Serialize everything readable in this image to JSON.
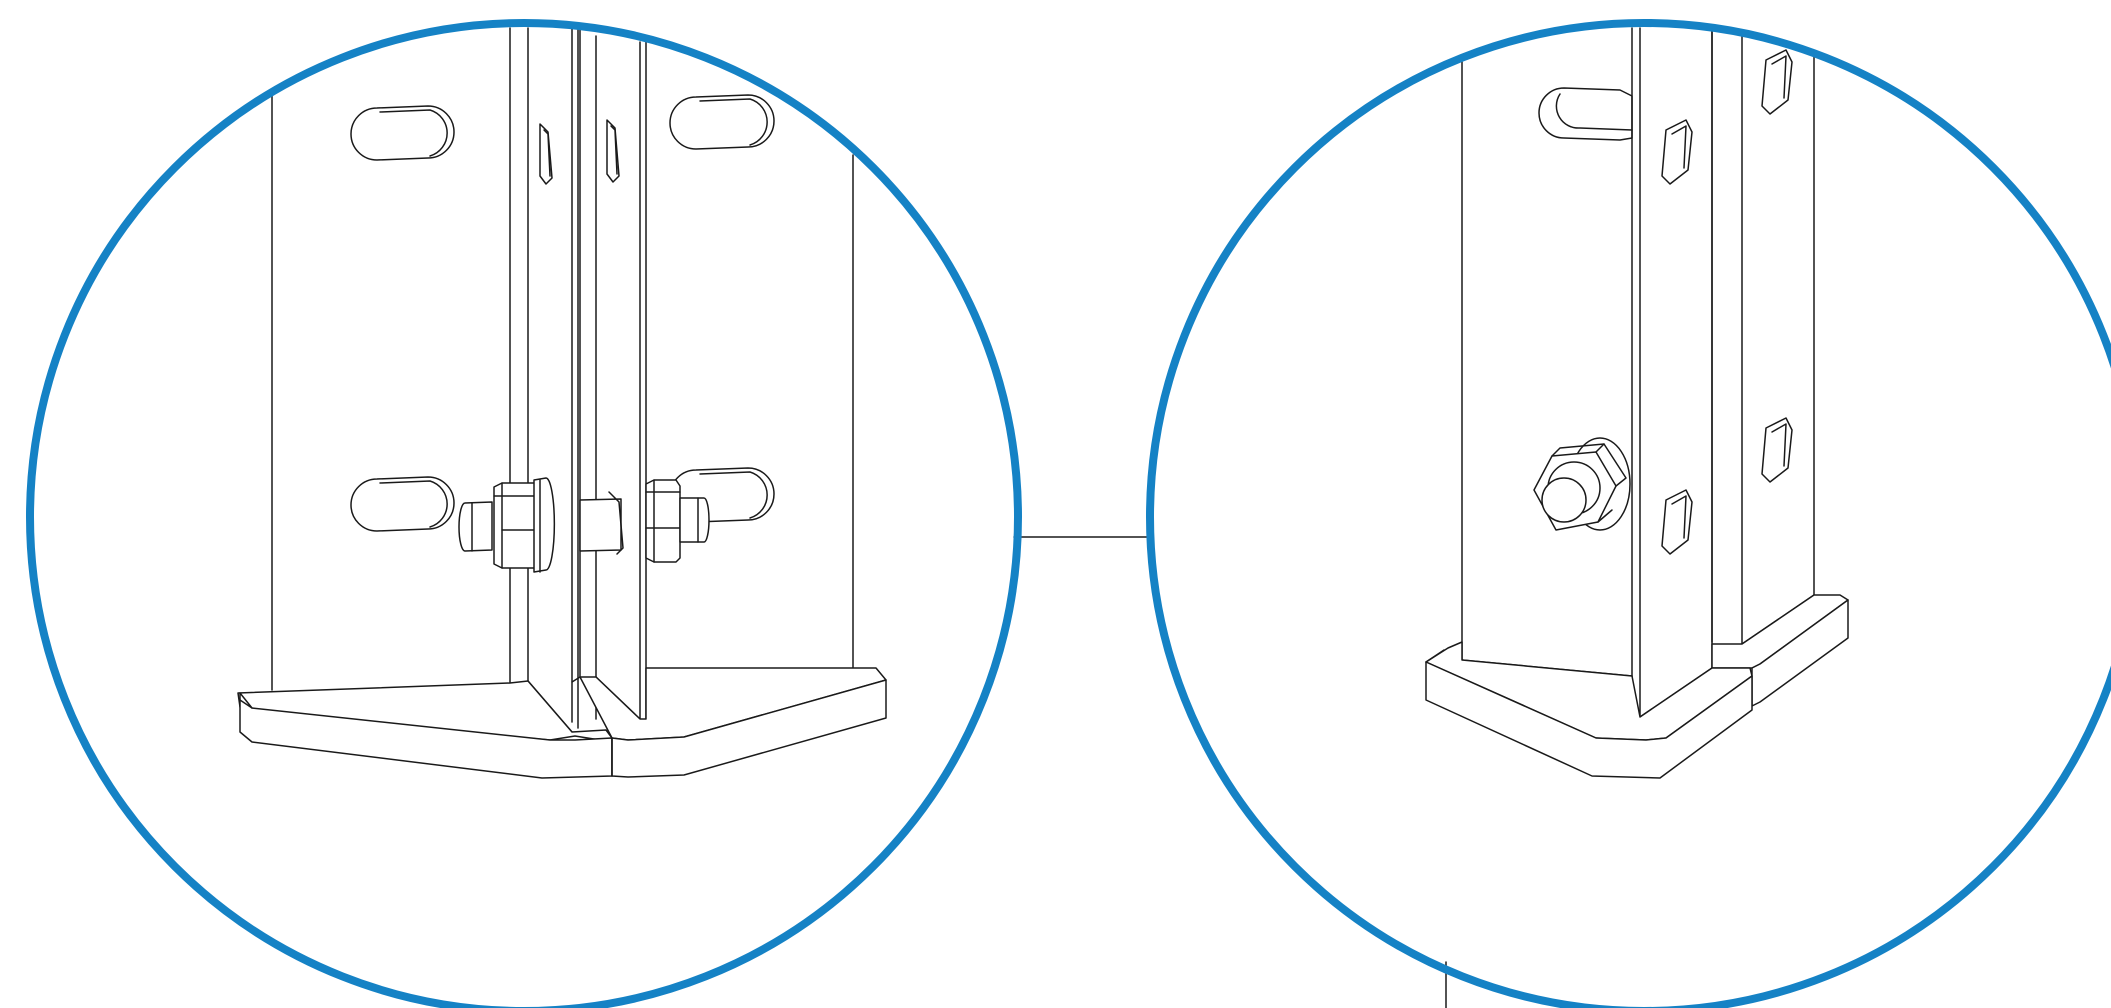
{
  "diagram": {
    "kind": "assembly-detail-callouts",
    "callouts": [
      {
        "id": "left-detail",
        "content": "two-upright-base-plates-with-bolt-through-both-flanges"
      },
      {
        "id": "right-detail",
        "content": "single-upright-corner-base-with-hex-bolt"
      }
    ],
    "colors": {
      "callout_ring": "#1582C5",
      "linework": "#1a1a1a",
      "background": "#ffffff"
    }
  }
}
